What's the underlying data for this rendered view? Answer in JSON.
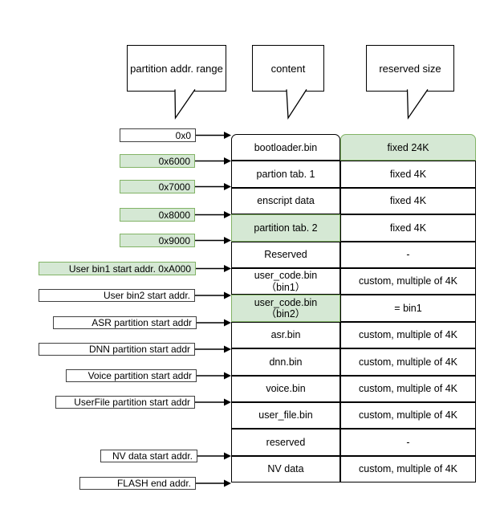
{
  "callouts": [
    {
      "label": "partition addr. range"
    },
    {
      "label": "content"
    },
    {
      "label": "reserved size"
    }
  ],
  "address_labels": [
    {
      "text": "0x0",
      "highlighted": false
    },
    {
      "text": "0x6000",
      "highlighted": true
    },
    {
      "text": "0x7000",
      "highlighted": true
    },
    {
      "text": "0x8000",
      "highlighted": true
    },
    {
      "text": "0x9000",
      "highlighted": true
    },
    {
      "text": "User bin1 start addr. 0xA000",
      "highlighted": true
    },
    {
      "text": "User bin2 start addr.",
      "highlighted": false
    },
    {
      "text": "ASR partition start addr",
      "highlighted": false
    },
    {
      "text": "DNN partition start addr",
      "highlighted": false
    },
    {
      "text": "Voice partition start addr",
      "highlighted": false
    },
    {
      "text": "UserFile partition start addr",
      "highlighted": false
    },
    {
      "text": "NV data start addr.",
      "highlighted": false
    },
    {
      "text": "FLASH end addr.",
      "highlighted": false
    }
  ],
  "table": {
    "columns": [
      "content",
      "reserved size"
    ],
    "rows": [
      {
        "content": "bootloader.bin",
        "size": "fixed 24K",
        "content_green": false,
        "size_green": true
      },
      {
        "content": "partion tab. 1",
        "size": "fixed 4K",
        "content_green": false,
        "size_green": false
      },
      {
        "content": "enscript data",
        "size": "fixed 4K",
        "content_green": false,
        "size_green": false
      },
      {
        "content": "partition tab. 2",
        "size": "fixed 4K",
        "content_green": true,
        "size_green": false
      },
      {
        "content": "Reserved",
        "size": "-",
        "content_green": false,
        "size_green": false
      },
      {
        "content": "user_code.bin\n（bin1）",
        "size": "custom, multiple of 4K",
        "content_green": false,
        "size_green": false
      },
      {
        "content": "user_code.bin\n（bin2）",
        "size": "= bin1",
        "content_green": true,
        "size_green": false
      },
      {
        "content": "asr.bin",
        "size": "custom, multiple of 4K",
        "content_green": false,
        "size_green": false
      },
      {
        "content": "dnn.bin",
        "size": "custom, multiple of 4K",
        "content_green": false,
        "size_green": false
      },
      {
        "content": "voice.bin",
        "size": "custom, multiple of 4K",
        "content_green": false,
        "size_green": false
      },
      {
        "content": "user_file.bin",
        "size": "custom, multiple of 4K",
        "content_green": false,
        "size_green": false
      },
      {
        "content": "reserved",
        "size": "-",
        "content_green": false,
        "size_green": false
      },
      {
        "content": "NV data",
        "size": "custom, multiple of 4K",
        "content_green": false,
        "size_green": false
      }
    ]
  },
  "colors": {
    "highlight_fill": "#d5e8d4",
    "highlight_border": "#82b366",
    "line": "#000000",
    "background": "#ffffff"
  }
}
